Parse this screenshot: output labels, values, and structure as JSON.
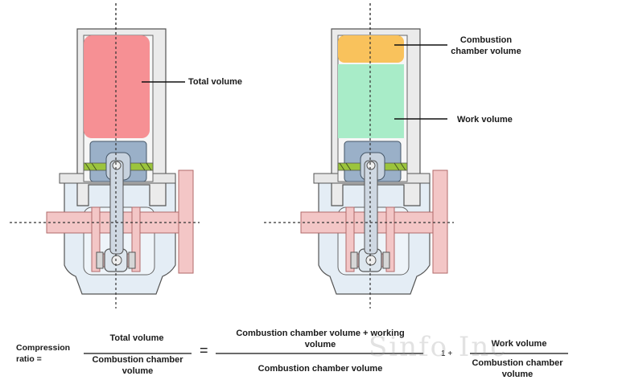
{
  "labels": {
    "total_volume": "Total volume",
    "combustion_chamber_volume": "Combustion chamber volume",
    "work_volume": "Work volume"
  },
  "formula": {
    "lhs": "Compression ratio =",
    "f1_numerator": "Total volume",
    "f1_denominator": "Combustion chamber volume",
    "equals": "=",
    "f2_numerator": "Combustion chamber volume + working volume",
    "f2_denominator": "Combustion chamber volume",
    "f3_prefix": "1 +",
    "f3_numerator": "Work volume",
    "f3_denominator": "Combustion chamber volume"
  },
  "watermark": "Sinfo Inc",
  "colors": {
    "total_volume_fill": "#f58a8e",
    "combustion_chamber_fill": "#f9c25c",
    "work_volume_fill": "#a8ecc8",
    "crankshaft_fill": "#f3c6c6",
    "casing_fill": "#e4edf5",
    "piston_fill": "#9ab0c8",
    "ring_fill": "#9bc43d",
    "outline": "#555555"
  }
}
